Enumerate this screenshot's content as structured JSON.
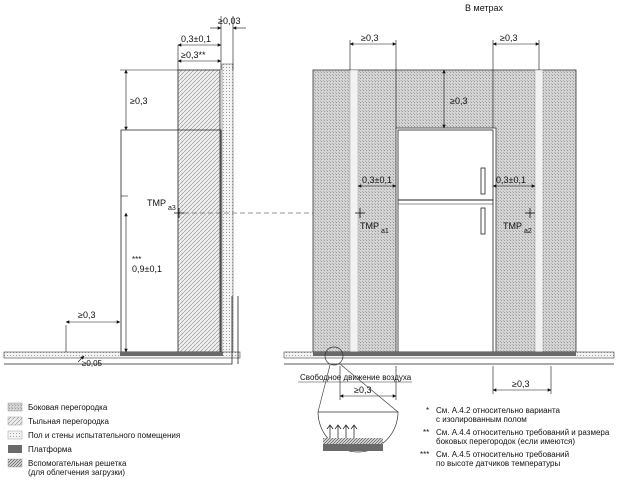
{
  "header": {
    "units": "В метрах"
  },
  "left_view": {
    "dims": {
      "gap_top_right": "≥0,03",
      "back_part_offset": "0,3±0,1",
      "back_part_width": "≥0,3**",
      "top_clearance": "≥0,3",
      "sensor_height_stars": "***",
      "sensor_height": "0,9±0,1",
      "front_clearance": "≥0,3",
      "platform_offset": "≥0,05"
    },
    "sensor": {
      "label": "ТМР",
      "sub": "a3"
    }
  },
  "right_view": {
    "dims": {
      "left_part": "≥0,3",
      "right_part": "≥0,3",
      "top_clearance": "≥0,3",
      "left_offset": "0,3±0,1",
      "right_offset": "0,3±0,1",
      "bottom_left": "≥0,3",
      "bottom_right": "≥0,3"
    },
    "sensor_left": {
      "label": "ТМР",
      "sub": "a1"
    },
    "sensor_right": {
      "label": "ТМР",
      "sub": "a2"
    },
    "airflow_label": "Свободное движение воздуха"
  },
  "legend": [
    {
      "label": "Боковая перегородка"
    },
    {
      "label": "Тыльная перегородка"
    },
    {
      "label": "Пол и стены испытательного помещения"
    },
    {
      "label": "Платформа"
    },
    {
      "label": "Вспомогательная решетка\n(для облегчения загрузки)"
    }
  ],
  "notes": [
    {
      "mark": "*",
      "text": "См. А.4.2 относительно варианта\nс изолированным полом"
    },
    {
      "mark": "**",
      "text": "См. А.4.4 относительно требований и размера\nбоковых перегородок (если имеются)"
    },
    {
      "mark": "***",
      "text": "См. А.4.5 относительно требований\nпо высоте датчиков температуры"
    }
  ]
}
